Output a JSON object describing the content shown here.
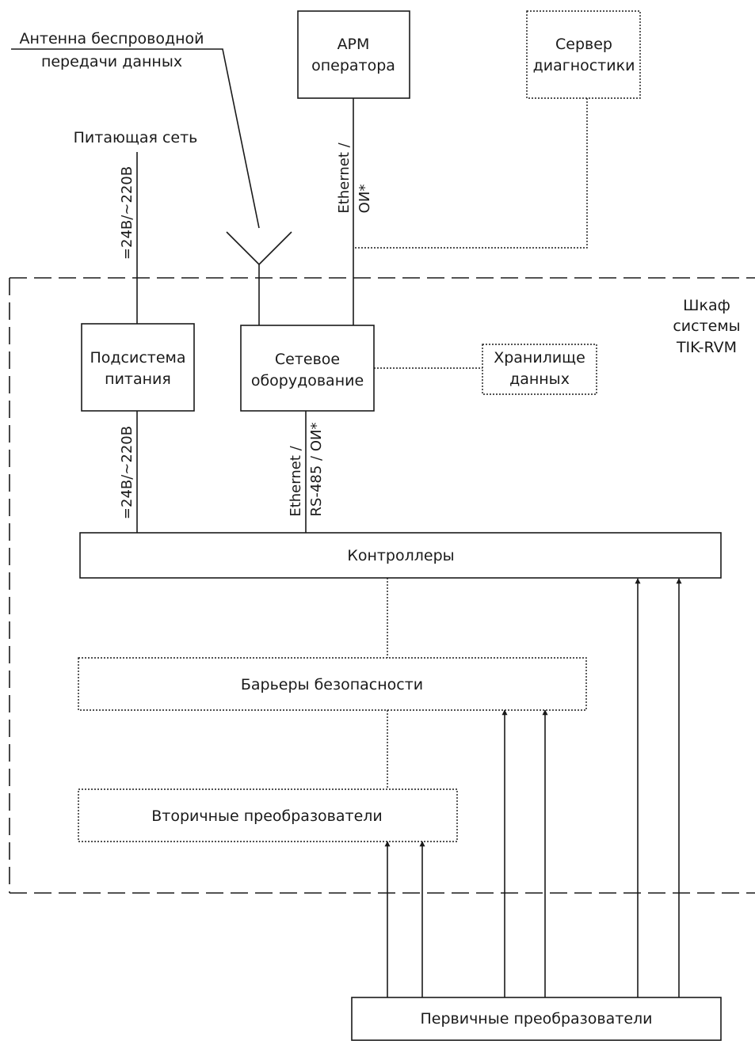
{
  "nodes": {
    "arm": {
      "line1": "АРМ",
      "line2": "оператора"
    },
    "server": {
      "line1": "Сервер",
      "line2": "диагностики"
    },
    "antenna_label": {
      "line1": "Антенна беспроводной",
      "line2": "передачи данных"
    },
    "power_grid": "Питающая сеть",
    "cabinet_label": {
      "line1": "Шкаф",
      "line2": "системы",
      "line3": "TIK-RVM"
    },
    "power_subsystem": {
      "line1": "Подсистема",
      "line2": "питания"
    },
    "network_equipment": {
      "line1": "Сетевое",
      "line2": "оборудование"
    },
    "data_storage": {
      "line1": "Хранилище",
      "line2": "данных"
    },
    "controllers": "Контроллеры",
    "safety_barriers": "Барьеры безопасности",
    "secondary_converters": "Вторичные преобразователи",
    "primary_converters": "Первичные преобразователи"
  },
  "edge_labels": {
    "power_in": "=24В/~220В",
    "arm_link_line1": "Ethernet /",
    "arm_link_line2": "ОИ*",
    "power_out": "=24В/~220В",
    "controllers_link_line1": "Ethernet /",
    "controllers_link_line2": "RS-485 / ОИ*"
  }
}
